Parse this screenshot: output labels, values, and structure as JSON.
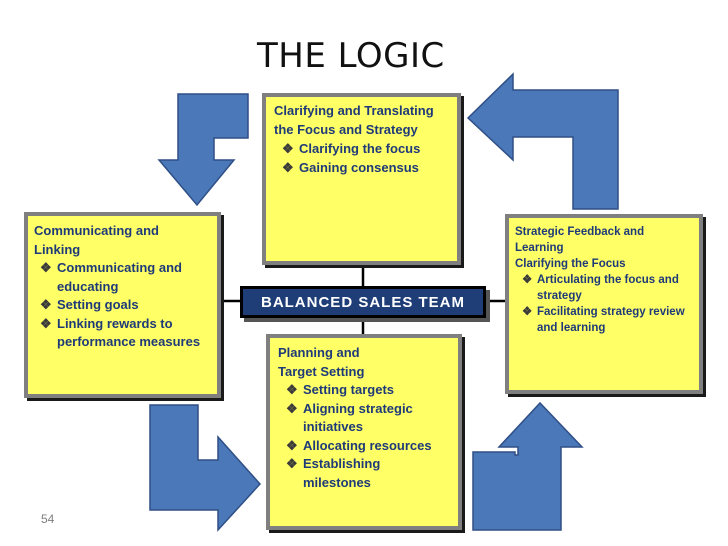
{
  "title": "THE LOGIC",
  "center": "BALANCED SALES TEAM",
  "page_number": "54",
  "colors": {
    "box_fill": "#ffff66",
    "box_text": "#1f3a78",
    "arrow_fill": "#4a78b8",
    "team_fill": "#1f3e78"
  },
  "boxes": {
    "top": {
      "heading": "Clarifying and Translating\nthe Focus and Strategy",
      "items": [
        "Clarifying the focus",
        "Gaining consensus"
      ]
    },
    "left": {
      "heading": "Communicating and\nLinking",
      "items": [
        "Communicating and educating",
        "Setting goals",
        "Linking rewards to performance measures"
      ]
    },
    "right": {
      "heading": "Strategic Feedback and\nLearning\nClarifying the Focus",
      "items": [
        "Articulating the focus and strategy",
        "Facilitating strategy review and learning"
      ]
    },
    "bottom": {
      "heading": "Planning and\nTarget Setting",
      "items": [
        "Setting targets",
        "Aligning strategic initiatives",
        "Allocating resources",
        "Establishing milestones"
      ]
    }
  }
}
